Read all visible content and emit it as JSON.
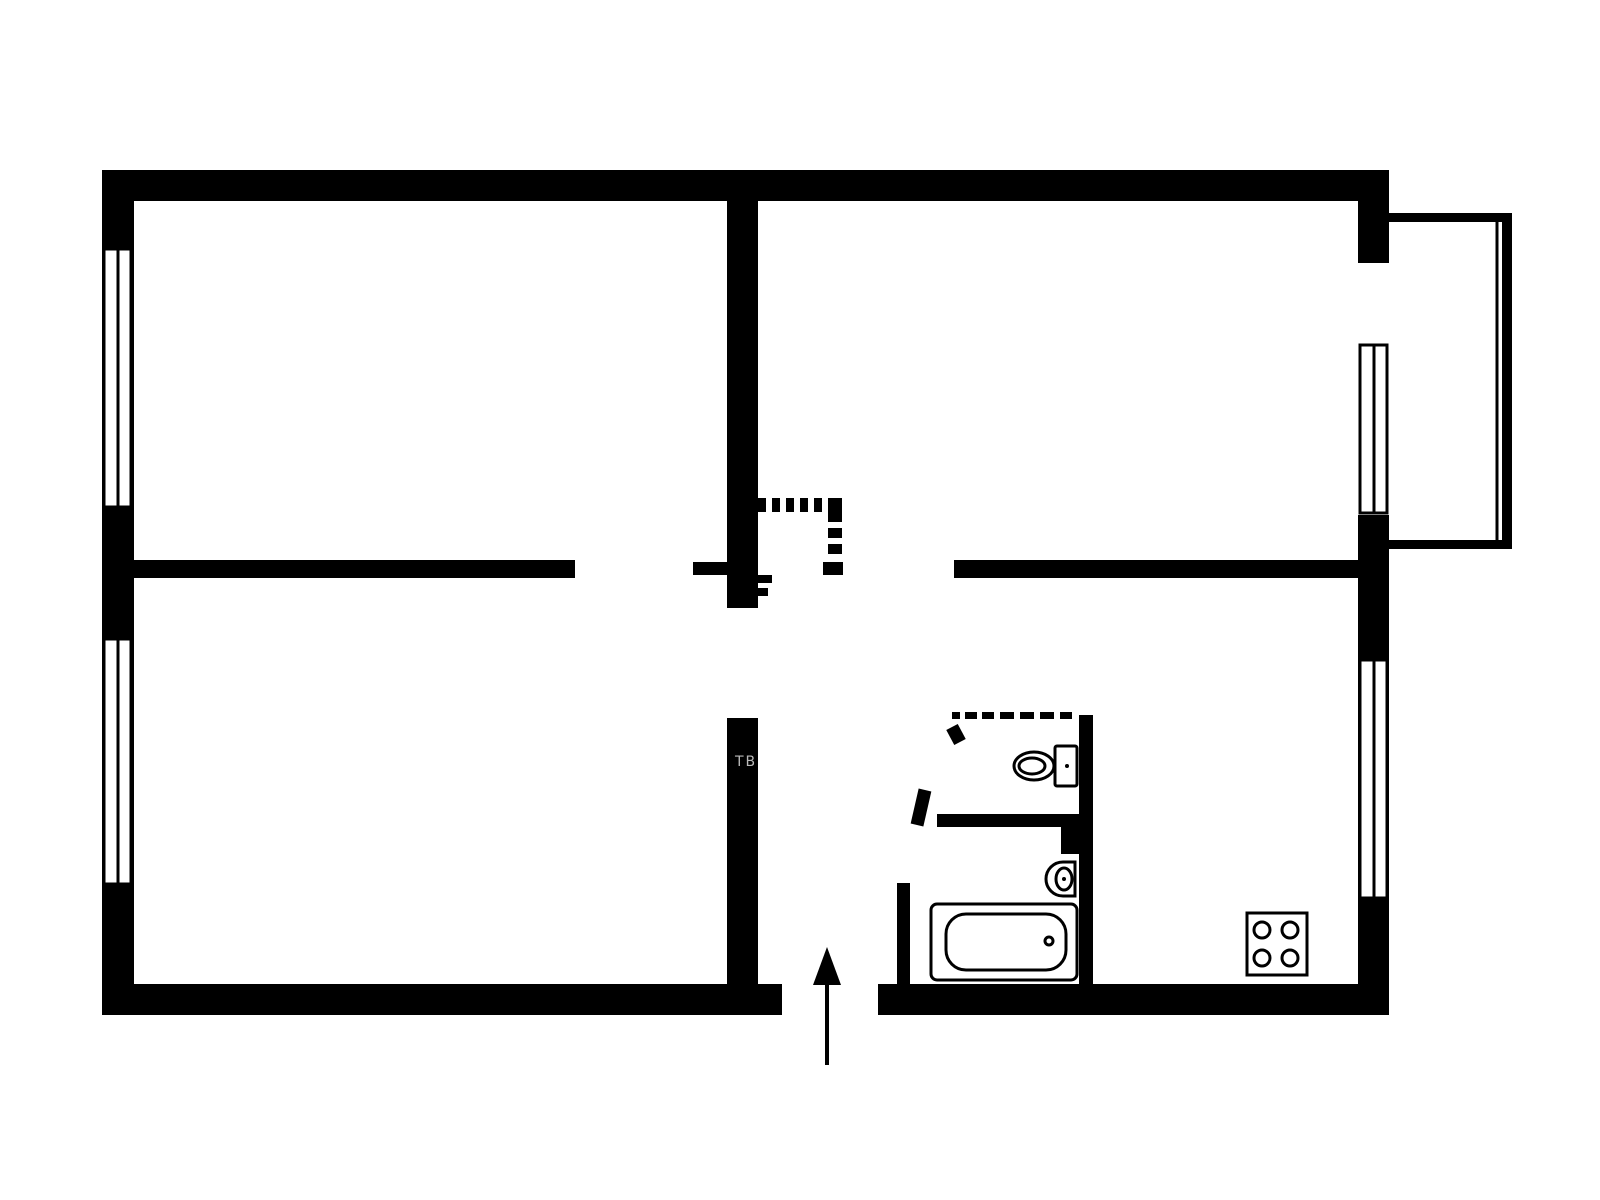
{
  "plan": {
    "wall_color": "#000000",
    "background_color": "#ffffff",
    "faint_label": "ТВ",
    "fixtures": [
      {
        "name": "toilet",
        "icon": "toilet-icon"
      },
      {
        "name": "washbasin",
        "icon": "sink-icon"
      },
      {
        "name": "bathtub",
        "icon": "bathtub-icon"
      },
      {
        "name": "stove",
        "icon": "stove-icon"
      }
    ],
    "entrance": {
      "icon": "entrance-arrow-icon"
    }
  }
}
